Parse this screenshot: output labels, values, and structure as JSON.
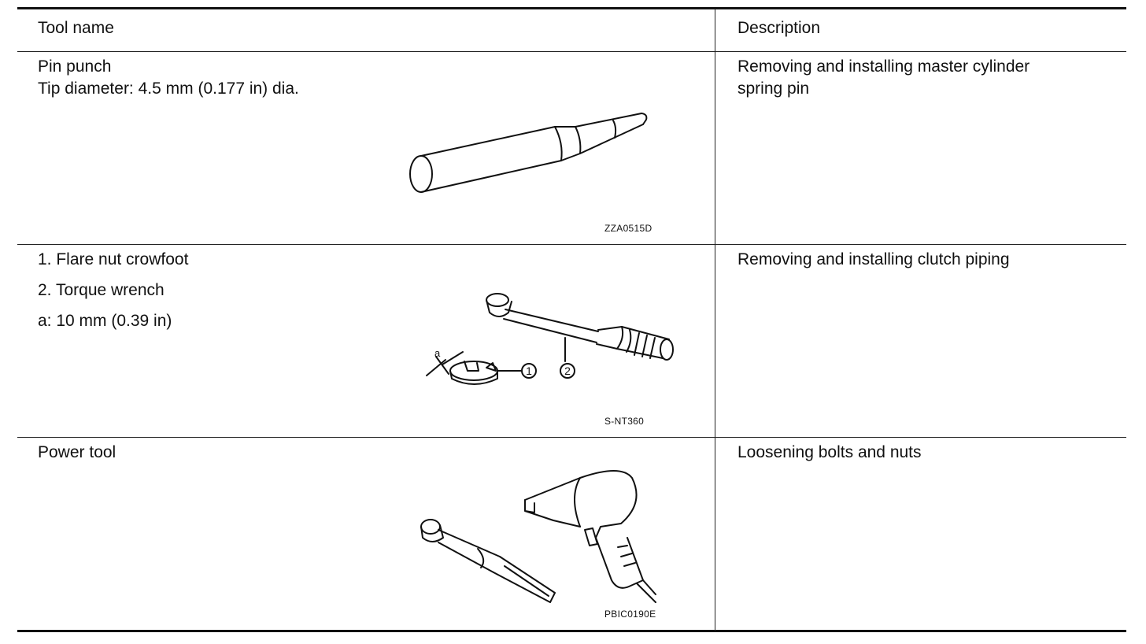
{
  "header": {
    "tool_name": "Tool name",
    "description": "Description"
  },
  "rows": [
    {
      "name_lines": [
        "Pin punch",
        "Tip diameter: 4.5 mm (0.177 in) dia."
      ],
      "description": "Removing and installing master cylinder\nspring pin",
      "figure_code": "ZZA0515D",
      "icon": "pin-punch"
    },
    {
      "name_lines": [
        "1.  Flare nut crowfoot",
        "2. Torque wrench",
        "a: 10 mm (0.39 in)"
      ],
      "description": "Removing and installing clutch piping",
      "figure_code": "S-NT360",
      "figure_labels": {
        "a": "a",
        "one": "1",
        "two": "2"
      },
      "icon": "crowfoot-and-torque-wrench"
    },
    {
      "name_lines": [
        "Power tool"
      ],
      "description": "Loosening bolts and nuts",
      "figure_code": "PBIC0190E",
      "icon": "power-tool"
    }
  ]
}
